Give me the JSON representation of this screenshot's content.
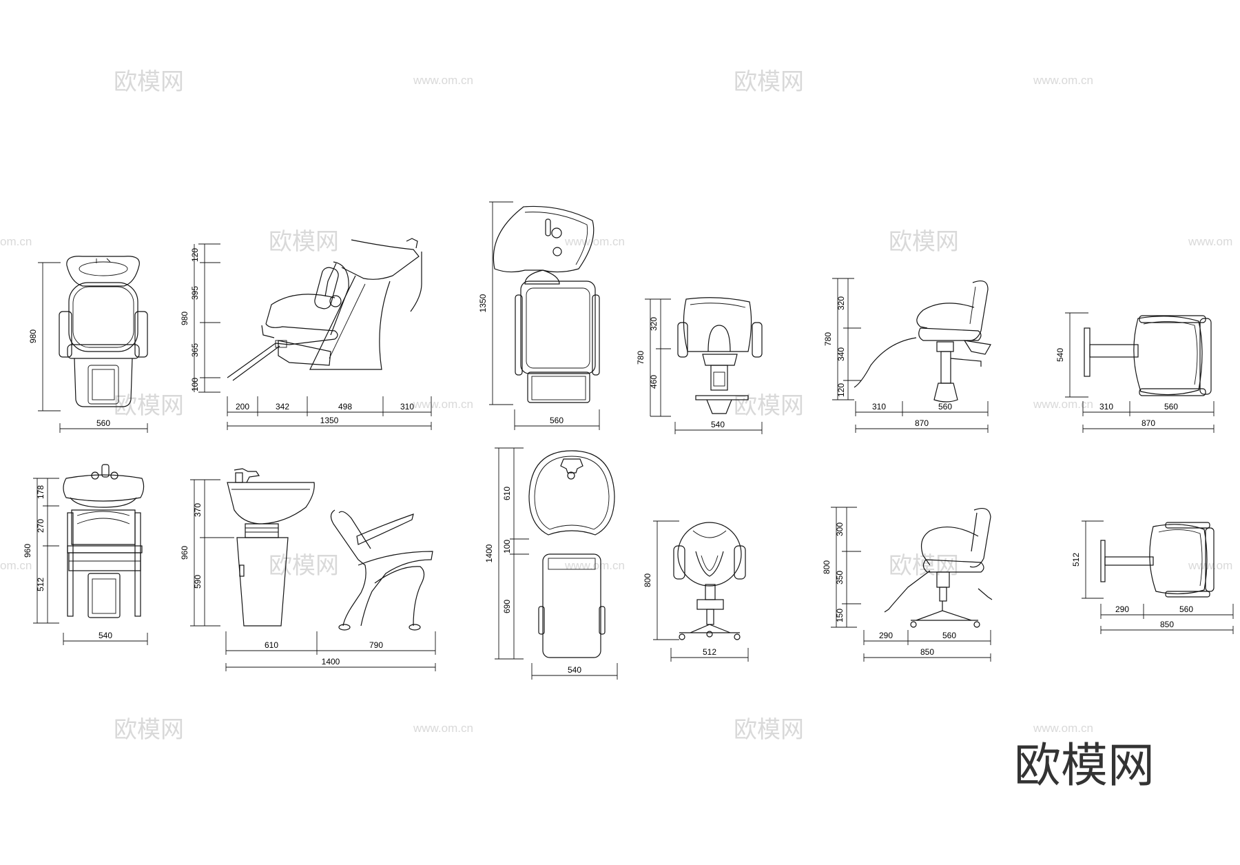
{
  "watermarks": {
    "cn": "欧模网",
    "url": "www.om.cn",
    "edge_left": "om.cn",
    "edge_right": "www.om"
  },
  "logo": "欧模网",
  "colors": {
    "line": "#111111",
    "watermark": "#d9d9d9",
    "logo": "#333333"
  },
  "dimensions": {
    "c1_height": "980",
    "c1_width": "560",
    "c2_h1": "120",
    "c2_h2": "395",
    "c2_h3": "365",
    "c2_h4": "100",
    "c2_total": "980",
    "c2_w1": "200",
    "c2_w2": "342",
    "c2_w3": "498",
    "c2_w4": "310",
    "c2_wtotal": "1350",
    "c3_height": "1350",
    "c3_width": "560",
    "c4_h1": "320",
    "c4_h2": "460",
    "c4_total": "780",
    "c4_width": "540",
    "c5_h1": "320",
    "c5_h2": "340",
    "c5_h3": "120",
    "c5_total": "780",
    "c5_w1": "310",
    "c5_w2": "560",
    "c5_wtotal": "870",
    "c6_height": "540",
    "c6_w1": "310",
    "c6_w2": "560",
    "c6_wtotal": "870",
    "r1_h1": "178",
    "r1_h2": "270",
    "r1_h3": "512",
    "r1_total": "960",
    "r1_width": "540",
    "r2_h1": "370",
    "r2_h2": "590",
    "r2_total": "960",
    "r2_w1": "610",
    "r2_w2": "790",
    "r2_wtotal": "1400",
    "r3_h1": "610",
    "r3_h2": "100",
    "r3_h3": "690",
    "r3_total": "1400",
    "r3_width": "540",
    "r4_height": "800",
    "r4_width": "512",
    "r5_h1": "300",
    "r5_h2": "350",
    "r5_h3": "150",
    "r5_total": "800",
    "r5_w1": "290",
    "r5_w2": "560",
    "r5_wtotal": "850",
    "r6_height": "512",
    "r6_w1": "290",
    "r6_w2": "560",
    "r6_wtotal": "850"
  }
}
